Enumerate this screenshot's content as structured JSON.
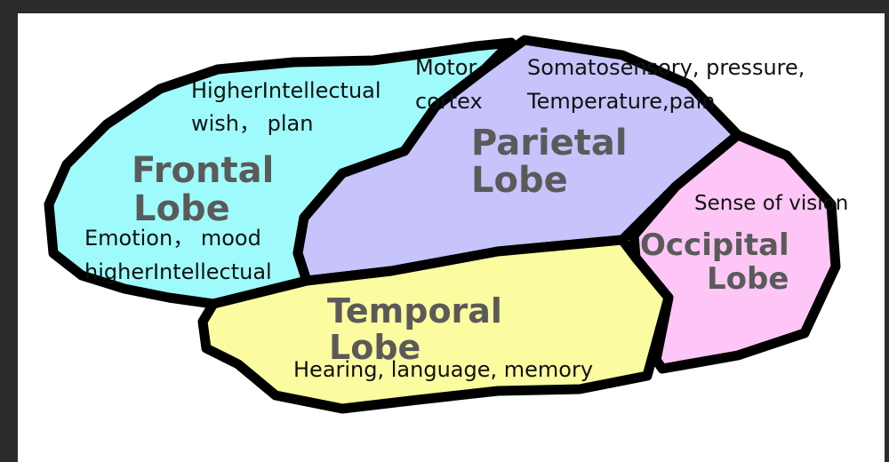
{
  "colors": {
    "frontal": "#9ffbfb",
    "parietal": "#c7c3fb",
    "occipital": "#fdc6f6",
    "temporal": "#fbfb9f",
    "outline": "#000000",
    "background": "#2b2b2b"
  },
  "lobes": {
    "frontal": {
      "line1": "Frontal",
      "line2": "Lobe"
    },
    "parietal": {
      "line1": "Parietal",
      "line2": "Lobe"
    },
    "occipital": {
      "line1": "Occipital",
      "line2": "Lobe"
    },
    "temporal": {
      "line1": "Temporal",
      "line2": "Lobe"
    }
  },
  "annotations": {
    "motor_line1": "Motor",
    "motor_line2": "cortex",
    "frontal_upper_line1": "HigherIntellectual",
    "frontal_upper_line2": "wish， plan",
    "somato_line1": "Somatosensory, pressure,",
    "somato_line2": "Temperature,pain",
    "frontal_lower_line1": "Emotion， mood",
    "frontal_lower_line2": "higherIntellectual",
    "vision": "Sense of vision",
    "temporal_note": "Hearing, language, memory"
  }
}
